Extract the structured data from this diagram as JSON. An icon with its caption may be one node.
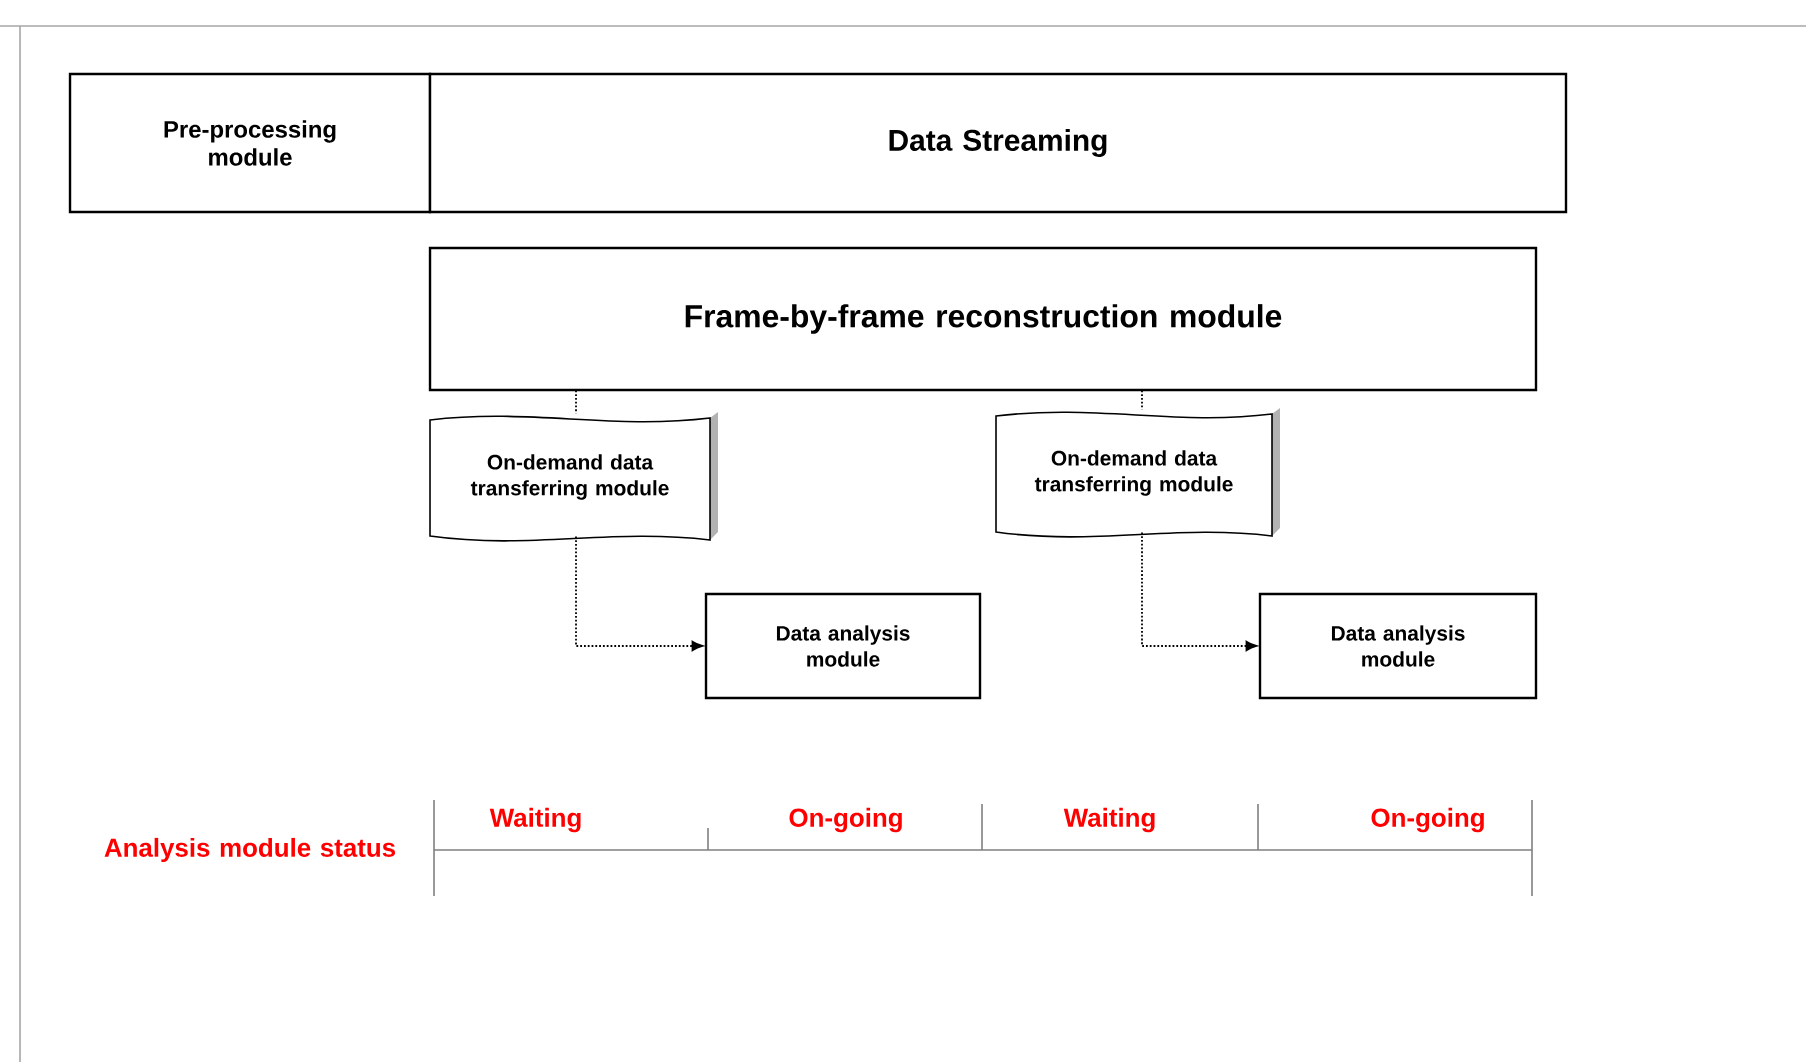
{
  "diagram": {
    "nodes": [
      {
        "text": [
          "Pre-processing module"
        ]
      },
      {
        "text": [
          "Data Streaming"
        ]
      },
      {
        "text": [
          "Frame-by-frame reconstruction module"
        ]
      },
      {
        "text": [
          "On-demand data transferring module"
        ]
      },
      {
        "text": [
          "Data analysis module"
        ]
      },
      {
        "text": [
          "On-demand data transferring module"
        ]
      },
      {
        "text": [
          "Data analysis module"
        ]
      }
    ],
    "edges": [
      {
        "from": 2,
        "to": 3,
        "arrow": "none"
      },
      {
        "from": 3,
        "to": 4,
        "arrow": "to"
      },
      {
        "from": 2,
        "to": 5,
        "arrow": "none"
      },
      {
        "from": 5,
        "to": 6,
        "arrow": "to"
      }
    ],
    "labels": [
      "Analysis module status",
      "Waiting",
      "On-going",
      "Waiting",
      "On-going"
    ]
  }
}
